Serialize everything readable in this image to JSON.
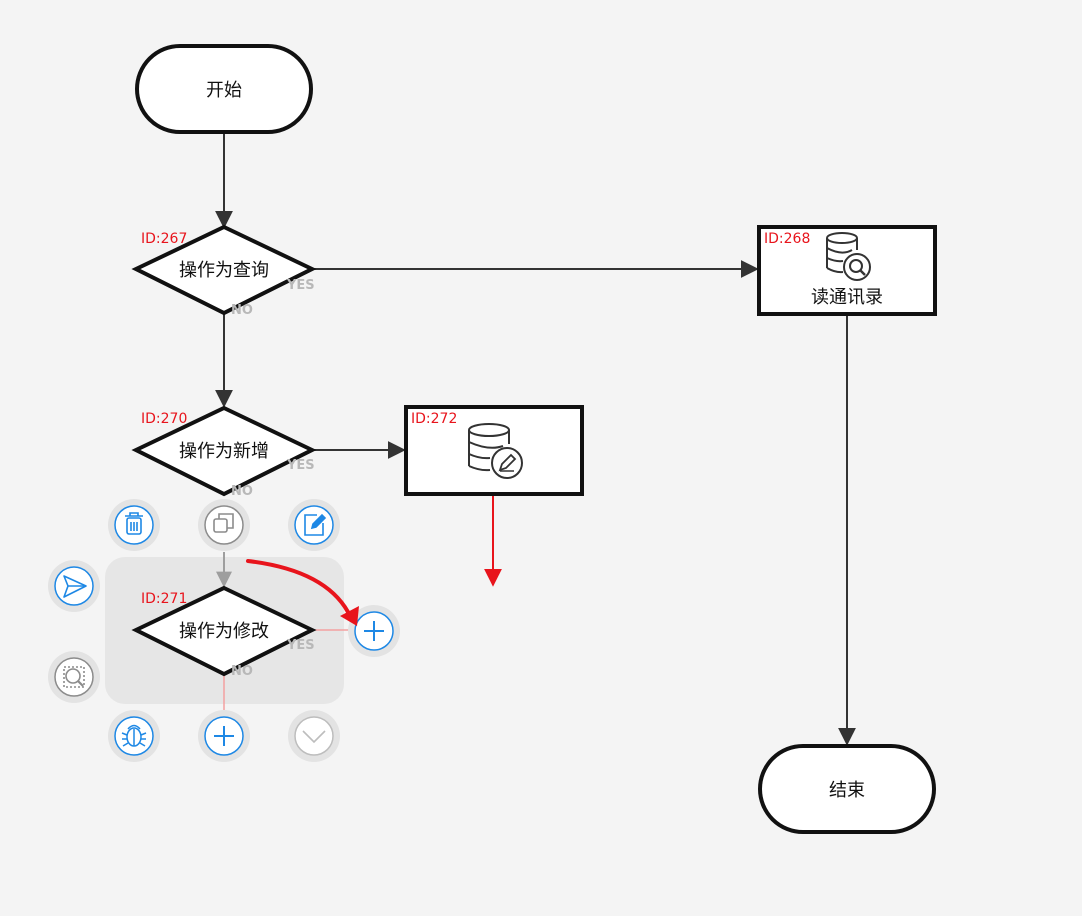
{
  "flow": {
    "start": {
      "label": "开始"
    },
    "end": {
      "label": "结束"
    },
    "decisions": [
      {
        "id_label": "ID:267",
        "label": "操作为查询",
        "yes": "YES",
        "no": "NO"
      },
      {
        "id_label": "ID:270",
        "label": "操作为新增",
        "yes": "YES",
        "no": "NO"
      },
      {
        "id_label": "ID:271",
        "label": "操作为修改",
        "yes": "YES",
        "no": "NO"
      }
    ],
    "processes": [
      {
        "id_label": "ID:268",
        "label": "读通讯录",
        "icon": "database-search-icon"
      },
      {
        "id_label": "ID:272",
        "label": "",
        "icon": "database-edit-icon"
      }
    ]
  },
  "context_menu": {
    "buttons": [
      {
        "name": "delete-button",
        "icon": "trash-icon"
      },
      {
        "name": "copy-button",
        "icon": "copy-icon"
      },
      {
        "name": "edit-button",
        "icon": "edit-icon"
      },
      {
        "name": "send-button",
        "icon": "send-icon"
      },
      {
        "name": "add-yes-branch-button",
        "icon": "plus-icon"
      },
      {
        "name": "select-preview-button",
        "icon": "select-zoom-icon"
      },
      {
        "name": "debug-button",
        "icon": "bug-icon"
      },
      {
        "name": "add-no-branch-button",
        "icon": "plus-icon"
      },
      {
        "name": "collapse-button",
        "icon": "chevron-down-icon"
      }
    ]
  },
  "colors": {
    "background": "#f4f4f4",
    "line": "#333333",
    "id_text": "#e8141c",
    "accent": "#1e88e5",
    "highlight_arrow": "#e8141c"
  }
}
